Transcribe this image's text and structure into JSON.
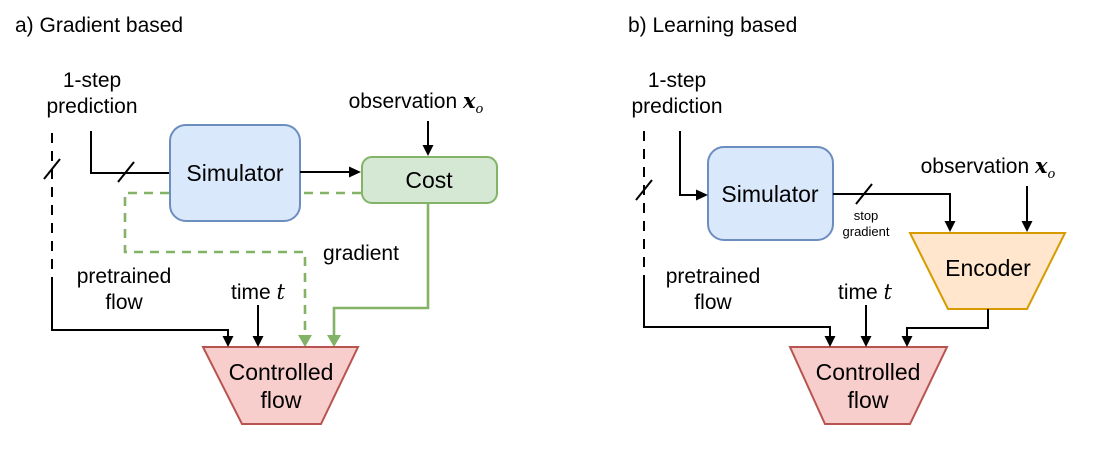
{
  "colors": {
    "blue_fill": "#dae8fc",
    "blue_stroke": "#6c8ebf",
    "green_fill": "#d5e8d4",
    "green_stroke": "#82b366",
    "orange_fill": "#ffe6cc",
    "orange_stroke": "#d79b00",
    "red_fill": "#f8cecc",
    "red_stroke": "#b85450",
    "line": "#000000"
  },
  "panel_a": {
    "title": "a) Gradient based",
    "input_line1": "1-step",
    "input_line2": "prediction",
    "simulator": "Simulator",
    "cost": "Cost",
    "observation": {
      "label": "observation",
      "var": "x",
      "sub": "o"
    },
    "gradient_label": "gradient",
    "pretrained_line1": "pretrained",
    "pretrained_line2": "flow",
    "time": {
      "label": "time",
      "var": "t"
    },
    "controlled_line1": "Controlled",
    "controlled_line2": "flow"
  },
  "panel_b": {
    "title": "b) Learning based",
    "input_line1": "1-step",
    "input_line2": "prediction",
    "simulator": "Simulator",
    "encoder": "Encoder",
    "observation": {
      "label": "observation",
      "var": "x",
      "sub": "o"
    },
    "stop_gradient_line1": "stop",
    "stop_gradient_line2": "gradient",
    "pretrained_line1": "pretrained",
    "pretrained_line2": "flow",
    "time": {
      "label": "time",
      "var": "t"
    },
    "controlled_line1": "Controlled",
    "controlled_line2": "flow"
  }
}
